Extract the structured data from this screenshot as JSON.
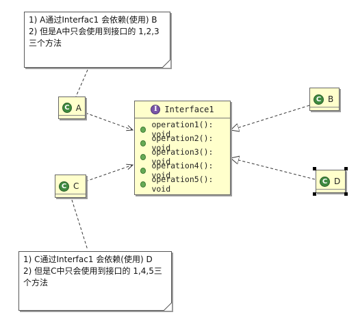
{
  "notes": [
    {
      "lines": [
        "1) A通过Interfac1 会依赖(使用) B",
        "2) 但是A中只会使用到接口的 1,2,3",
        "三个方法"
      ]
    },
    {
      "lines": [
        "1) C通过Interfac1 会依赖(使用) D",
        "2) 但是C中只会使用到接口的 1,4,5三",
        "个方法"
      ]
    }
  ],
  "classes": {
    "a": {
      "label": "A",
      "icon": "C"
    },
    "b": {
      "label": "B",
      "icon": "C"
    },
    "c": {
      "label": "C",
      "icon": "C"
    },
    "d": {
      "label": "D",
      "icon": "C"
    }
  },
  "interface": {
    "name": "Interface1",
    "icon": "I",
    "operations": [
      "operation1(): void",
      "operation2(): void",
      "operation3(): void",
      "operation4(): void",
      "operation5(): void"
    ]
  },
  "colors": {
    "class_fill": "#ffffcc",
    "class_icon": "#3f8a3f",
    "interface_icon": "#7a55a8",
    "operation_dot": "#66aa55"
  }
}
